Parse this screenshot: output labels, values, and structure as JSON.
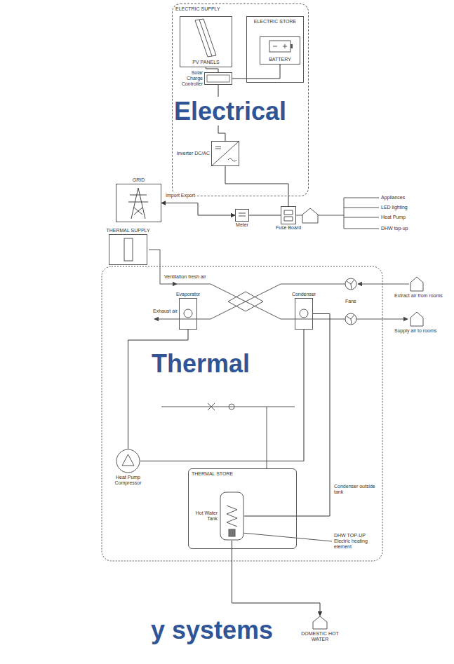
{
  "diagram": {
    "nodes": [
      {
        "text": [
          "ELECTRIC SUPPLY"
        ]
      },
      {
        "text": [
          "PV PANELS"
        ],
        "in": 0
      },
      {
        "text": [
          "ELECTRIC STORE"
        ],
        "in": 0
      },
      {
        "text": [
          "BATTERY"
        ],
        "in": 2
      },
      {
        "text": [
          "Solar Charge Controller"
        ],
        "in": 0
      },
      {
        "text": [
          "Inverter DC/AC"
        ],
        "in": 0
      },
      {
        "text": [
          "GRID"
        ]
      },
      {
        "text": [
          "Meter"
        ]
      },
      {
        "text": [
          "Fuse Board"
        ]
      },
      {
        "text": [
          "THERMAL SUPPLY"
        ]
      },
      {
        "text": [
          "Evaporator"
        ]
      },
      {
        "text": [
          "Condenser"
        ]
      },
      {
        "text": [
          "Heat Pump Compressor"
        ]
      },
      {
        "text": [
          "THERMAL STORE"
        ]
      },
      {
        "text": [
          "Hot Water Tank"
        ],
        "in": 13
      },
      {
        "text": [
          "DOMESTIC HOT WATER"
        ]
      }
    ],
    "edges": [
      {
        "from": 1,
        "to": 4,
        "arrow": "none"
      },
      {
        "from": 4,
        "to": 3,
        "arrow": "none"
      },
      {
        "from": 4,
        "to": 5,
        "arrow": "none"
      },
      {
        "from": 5,
        "to": 8,
        "arrow": "none"
      },
      {
        "from": 6,
        "to": 7,
        "arrow": "both"
      },
      {
        "from": 7,
        "to": 8,
        "arrow": "none"
      },
      {
        "from": 10,
        "to": 12,
        "arrow": "none"
      },
      {
        "from": 12,
        "to": 11,
        "arrow": "none"
      },
      {
        "from": 11,
        "to": 14,
        "arrow": "none"
      },
      {
        "from": 14,
        "to": 15,
        "arrow": "to"
      }
    ],
    "labels": [
      "Electrical",
      "Thermal",
      "y systems",
      "Appliances",
      "LED lighting",
      "Heat Pump",
      "DHW top-up",
      "Import Export",
      "Ventilation fresh air",
      "Exhaust air",
      "Extract air from rooms",
      "Supply air to rooms",
      "Fans",
      "Condenser outside tank",
      "DHW TOP-UP Electric heating element"
    ]
  }
}
